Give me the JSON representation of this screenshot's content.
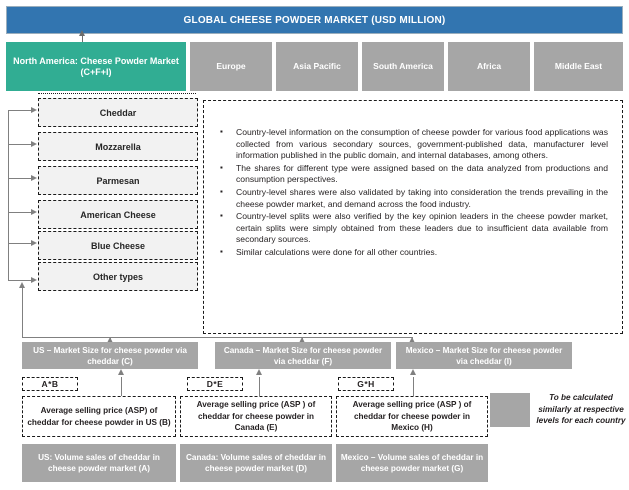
{
  "header": {
    "title": "GLOBAL CHEESE POWDER MARKET (USD MILLION)"
  },
  "regions": [
    {
      "label": "North America: Cheese Powder Market (C+F+I)",
      "color": "#31ad93",
      "highlight": true
    },
    {
      "label": "Europe",
      "color": "#a6a6a6",
      "highlight": false
    },
    {
      "label": "Asia Pacific",
      "color": "#a6a6a6",
      "highlight": false
    },
    {
      "label": "South America",
      "color": "#a6a6a6",
      "highlight": false
    },
    {
      "label": "Africa",
      "color": "#a6a6a6",
      "highlight": false
    },
    {
      "label": "Middle East",
      "color": "#a6a6a6",
      "highlight": false
    }
  ],
  "cheese_types": [
    {
      "label": "Cheddar"
    },
    {
      "label": "Mozzarella"
    },
    {
      "label": "Parmesan"
    },
    {
      "label": "American Cheese"
    },
    {
      "label": "Blue Cheese"
    },
    {
      "label": "Other types"
    }
  ],
  "notes": [
    "Country-level information on the consumption of cheese powder for various food applications was collected from various secondary sources, government-published data, manufacturer level information published in the public domain, and internal databases, among others.",
    "The shares for different type were assigned based on the data analyzed from productions and consumption perspectives.",
    "Country-level shares were also validated by taking into consideration the trends prevailing in the cheese powder market, and demand across the food industry.",
    "Country-level splits were also verified by the key opinion leaders in the cheese powder market, certain splits were simply obtained from these leaders due to insufficient data available from secondary sources.",
    "Similar calculations were done for all other countries."
  ],
  "market_size_boxes": [
    {
      "label": "US – Market Size for cheese powder via cheddar (C)"
    },
    {
      "label": "Canada – Market Size for cheese powder via cheddar (F)"
    },
    {
      "label": "Mexico – Market Size for cheese powder via cheddar (I)"
    }
  ],
  "formulas": [
    {
      "label": "A*B"
    },
    {
      "label": "D*E"
    },
    {
      "label": "G*H"
    }
  ],
  "asp_boxes": [
    {
      "label": "Average selling price (ASP) of cheddar for cheese powder in US (B)"
    },
    {
      "label": "Average selling price (ASP ) of cheddar for cheese powder in Canada (E)"
    },
    {
      "label": "Average selling price (ASP ) of cheddar for cheese powder in Mexico (H)"
    }
  ],
  "volume_boxes": [
    {
      "label": "US: Volume sales of cheddar in cheese powder market (A)"
    },
    {
      "label": "Canada: Volume sales of cheddar in cheese powder market (D)"
    },
    {
      "label": "Mexico – Volume sales of cheddar in cheese powder market (G)"
    }
  ],
  "legend": {
    "text": "To be calculated similarly at respective levels for each country",
    "swatch_color": "#a6a6a6"
  },
  "colors": {
    "header_blue": "#3275b0",
    "teal": "#31ad93",
    "grey": "#a6a6a6",
    "light_grey_fill": "#f2f2f2",
    "connector": "#808080"
  }
}
